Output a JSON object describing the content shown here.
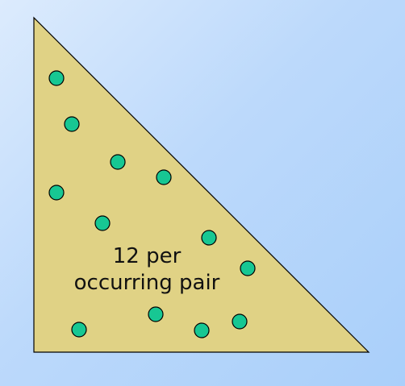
{
  "diagram": {
    "caption_line1": "12 per",
    "caption_line2": "occurring pair",
    "dot_count": 12,
    "colors": {
      "triangle_fill": "#e0d285",
      "triangle_stroke": "#000000",
      "dot_fill": "#17c793",
      "dot_stroke": "#000000"
    }
  }
}
